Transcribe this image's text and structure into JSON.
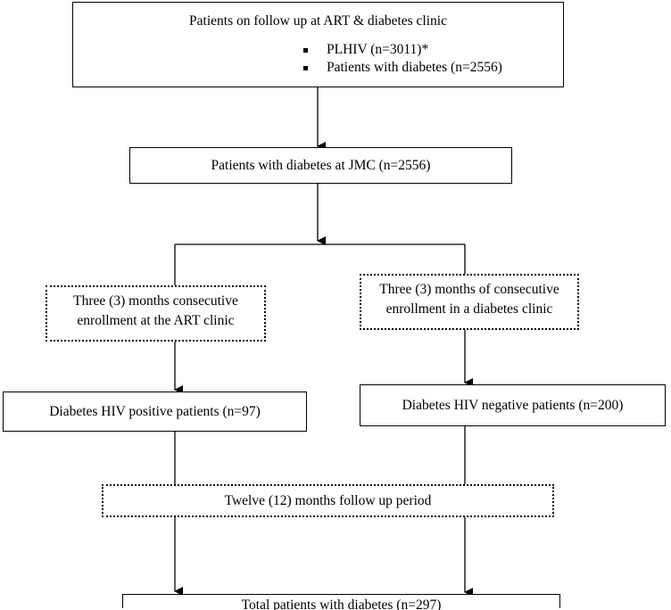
{
  "top_box": {
    "title": "Patients on follow up at ART & diabetes clinic",
    "bullets": [
      "PLHIV (n=3011)*",
      "Patients with diabetes (n=2556)"
    ]
  },
  "jmc_box": {
    "label": "Patients with diabetes at JMC (n=2556)"
  },
  "art_enroll_box": {
    "line1": "Three (3) months consecutive",
    "line2": "enrollment at the ART clinic"
  },
  "diabetes_enroll_box": {
    "line1": "Three (3) months of consecutive",
    "line2": "enrollment in a diabetes clinic"
  },
  "hiv_positive_box": {
    "label": "Diabetes HIV positive patients (n=97)"
  },
  "hiv_negative_box": {
    "label": "Diabetes HIV negative patients (n=200)"
  },
  "followup_box": {
    "label": "Twelve (12) months follow up period"
  },
  "total_box": {
    "label": "Total patients with diabetes (n=297)"
  }
}
